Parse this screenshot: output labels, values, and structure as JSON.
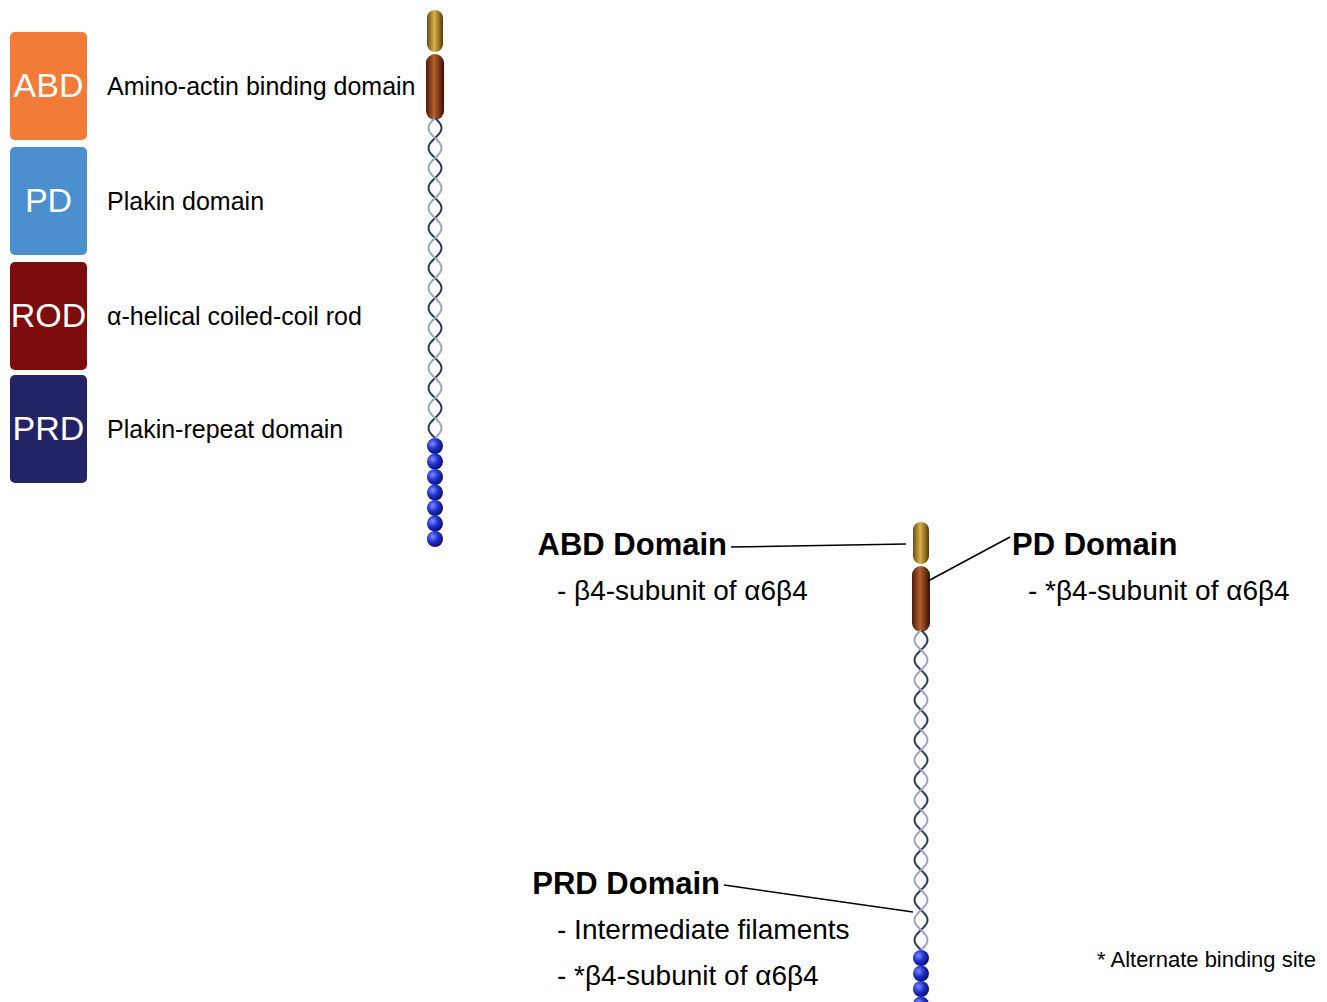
{
  "diagram": {
    "labels": [
      "ABD",
      "PD",
      "ROD",
      "PRD",
      "ABD Domain",
      "- β4-subunit of α6β4",
      "PD Domain",
      "- *β4-subunit of α6β4",
      "PRD Domain",
      "- Intermediate filaments",
      "- *β4-subunit of α6β4",
      "* Alternate binding site"
    ],
    "legend": [
      {
        "text": "Amino-actin binding domain",
        "color": "#f27c37"
      },
      {
        "text": "Plakin domain",
        "color": "#4b8fcf"
      },
      {
        "text": "α-helical coiled-coil rod",
        "color": "#7d0d0d"
      },
      {
        "text": "Plakin-repeat domain",
        "color": "#232466"
      }
    ]
  }
}
